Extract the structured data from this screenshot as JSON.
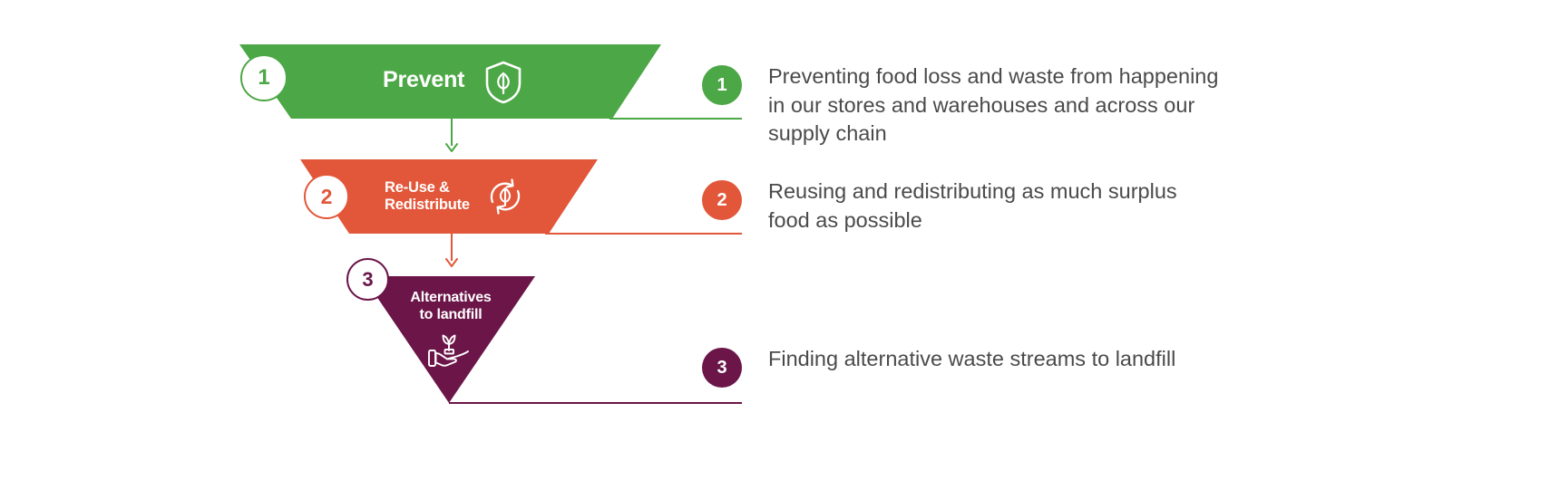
{
  "diagram": {
    "title": "Food waste hierarchy funnel",
    "type": "funnel",
    "background": "#ffffff",
    "text_color": "#4a4a4a"
  },
  "stages": [
    {
      "number": "1",
      "label": "Prevent",
      "color": "#4CA746",
      "icon": "shield-leaf-icon",
      "description": "Preventing food loss and waste from happening in our stores and warehouses and across our supply chain",
      "badge_number": "1"
    },
    {
      "number": "2",
      "label": "Re-Use &\nRedistribute",
      "color": "#E2573A",
      "icon": "recycle-leaf-icon",
      "description": "Reusing and redistributing as much surplus food as possible",
      "badge_number": "2"
    },
    {
      "number": "3",
      "label": "Alternatives\nto landfill",
      "color": "#6B1548",
      "icon": "hand-sprout-icon",
      "description": "Finding alternative waste streams to landfill",
      "badge_number": "3"
    }
  ],
  "connectors": [
    {
      "name": "arrow-stage1-to-stage2",
      "color": "#4CA746"
    },
    {
      "name": "arrow-stage2-to-stage3",
      "color": "#E2573A"
    }
  ]
}
